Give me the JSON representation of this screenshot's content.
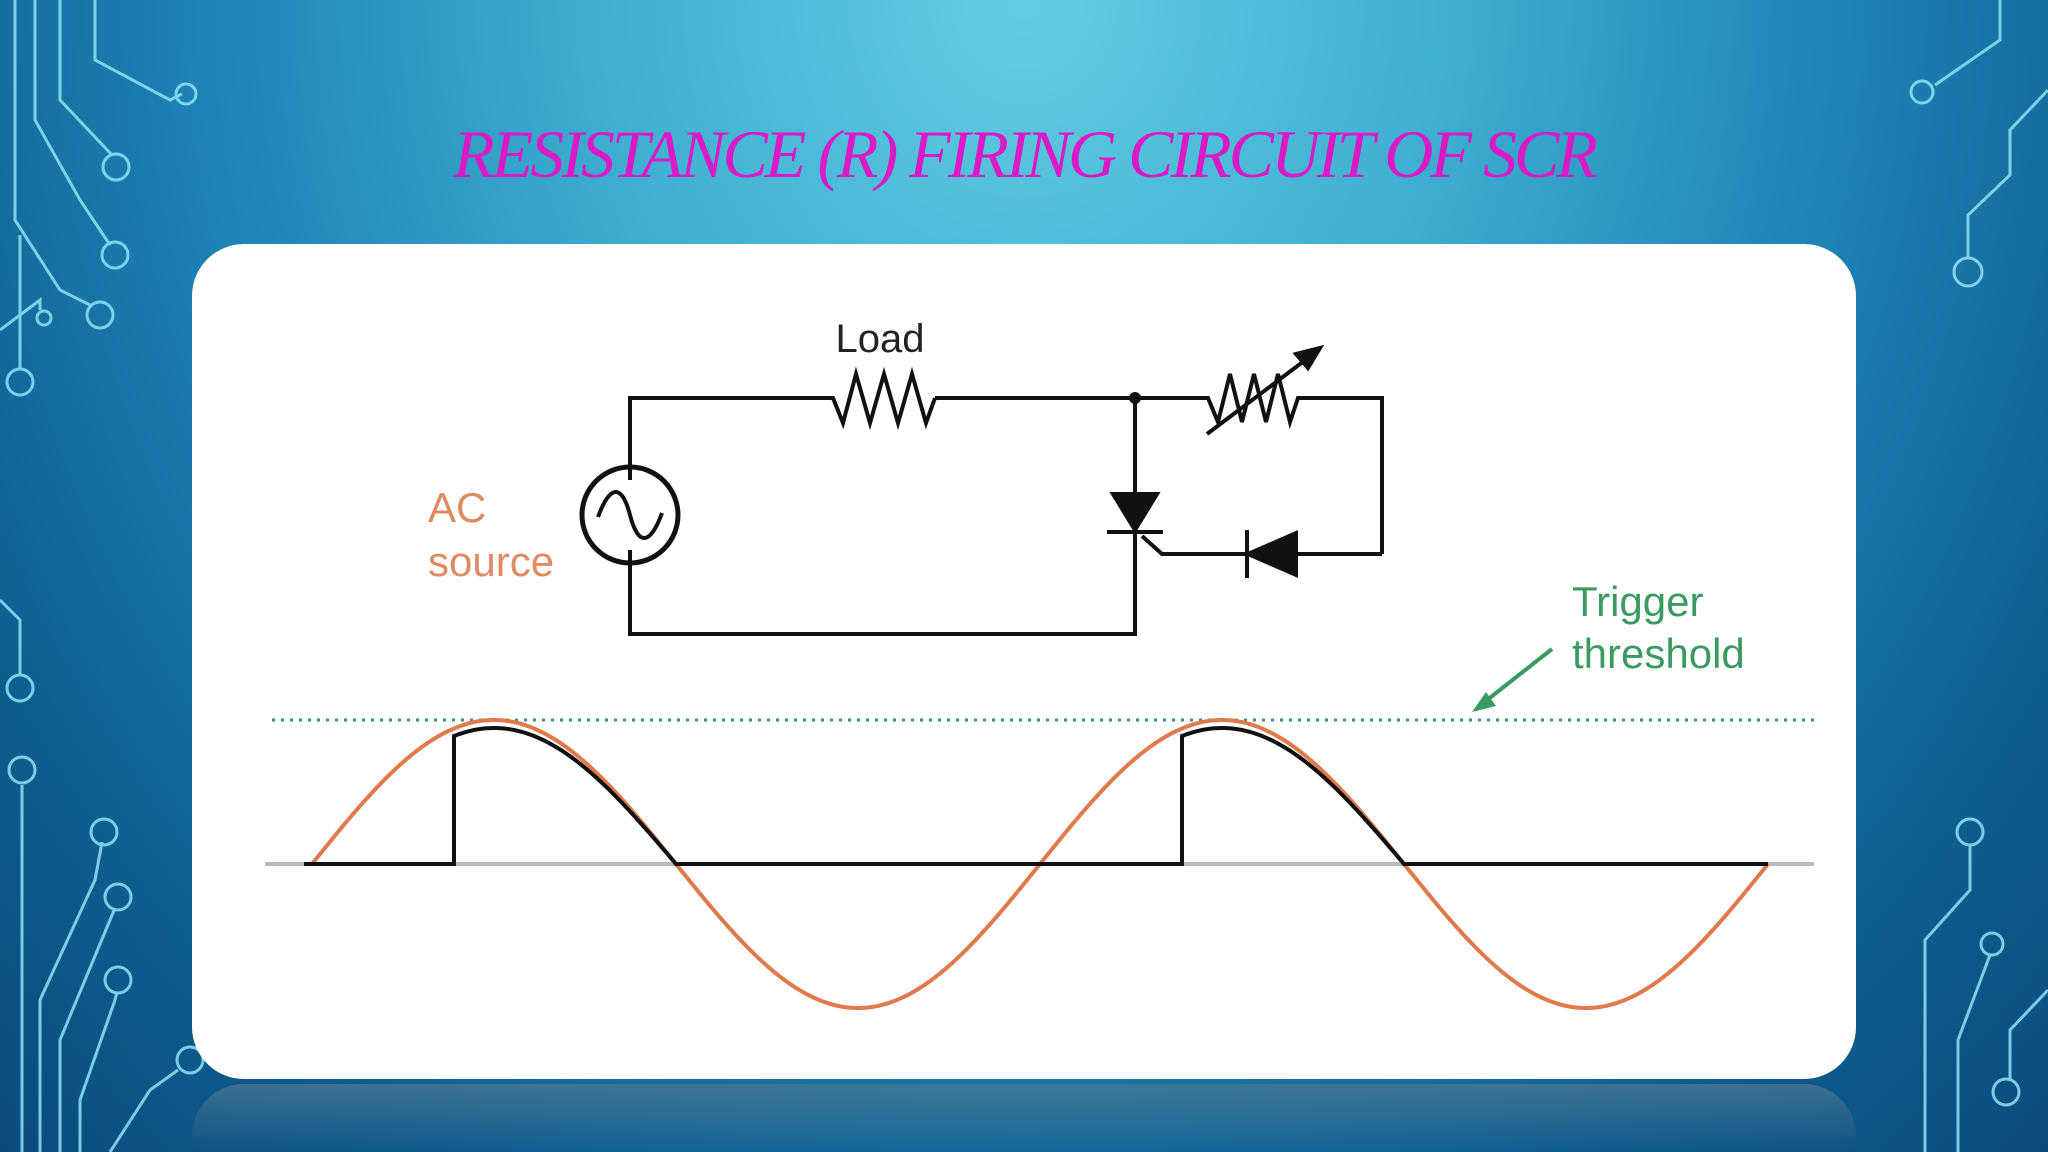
{
  "slide": {
    "title": "Resistance (R) firing circuit of SCR"
  },
  "diagram": {
    "labels": {
      "load": "Load",
      "ac_line1": "AC",
      "ac_line2": "source",
      "trigger_line1": "Trigger",
      "trigger_line2": "threshold"
    },
    "colors": {
      "circuit": "#111111",
      "ac_label": "#e08a62",
      "trigger_label": "#3a9a62",
      "source_wave": "#e07a4a",
      "threshold_line": "#3a9a62",
      "baseline": "#b8b8b8",
      "title": "#d91ac6"
    }
  }
}
